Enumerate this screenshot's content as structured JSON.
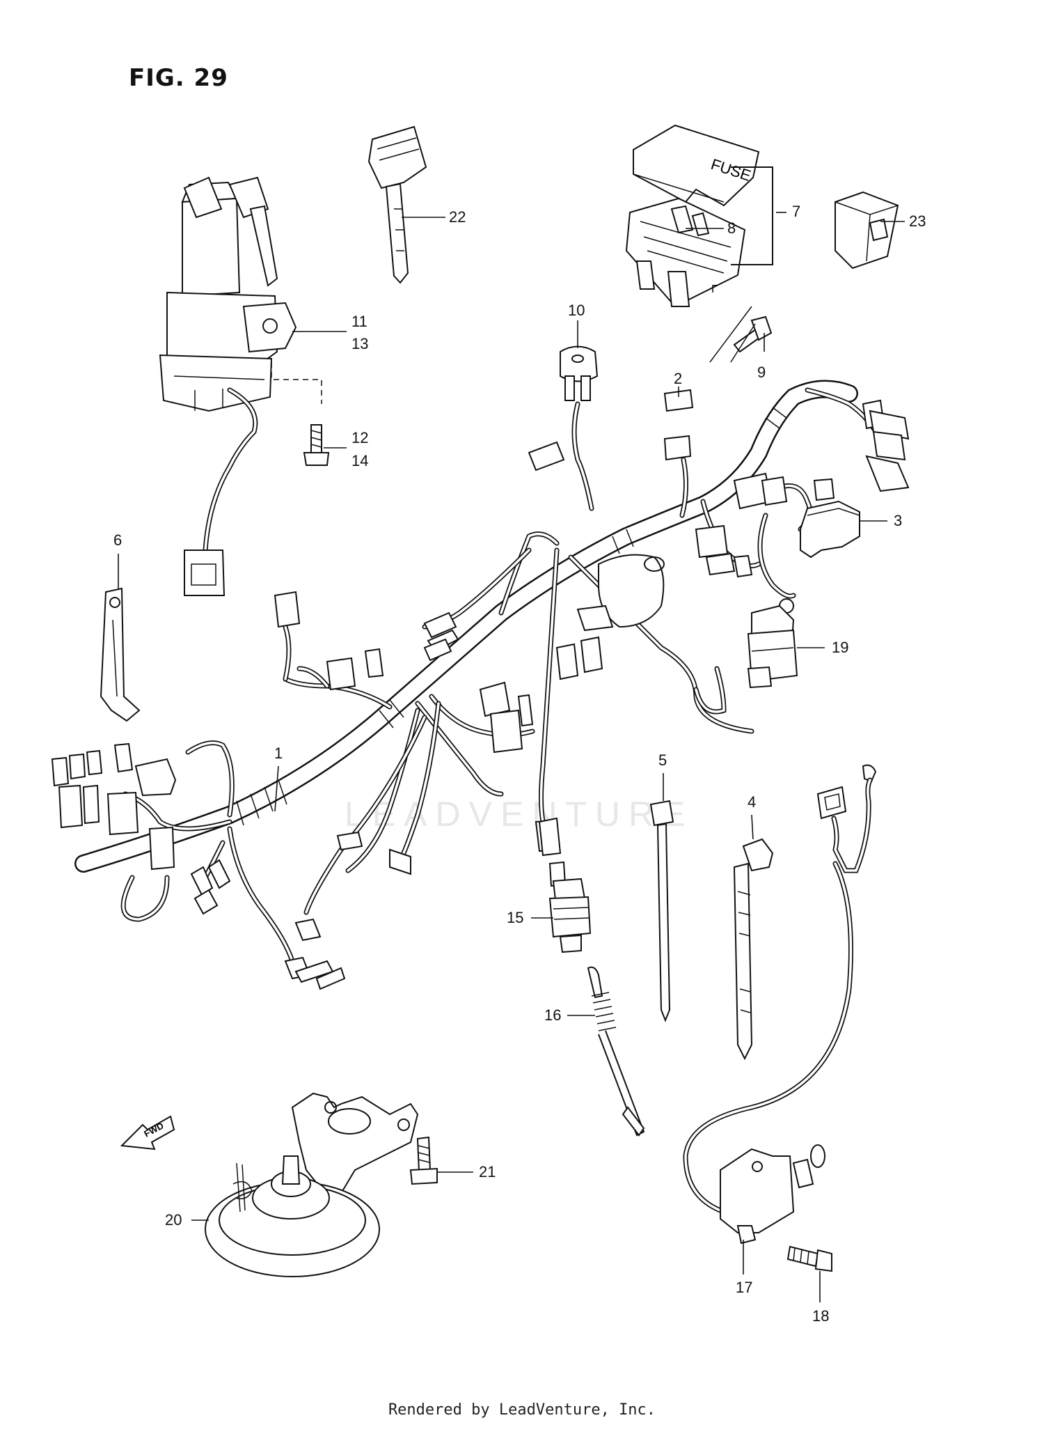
{
  "figure": {
    "title": "FIG. 29"
  },
  "watermark": {
    "text": "LEADVENTURE"
  },
  "footer": {
    "text": "Rendered by LeadVenture, Inc."
  },
  "fwd_label": "FWD",
  "fuse_label": "FUSE",
  "callouts": {
    "c1": "1",
    "c2": "2",
    "c3": "3",
    "c4": "4",
    "c5": "5",
    "c6": "6",
    "c7": "7",
    "c8": "8",
    "c9": "9",
    "c10": "10",
    "c11": "11",
    "c12": "12",
    "c13": "13",
    "c14": "14",
    "c15": "15",
    "c16": "16",
    "c17": "17",
    "c18": "18",
    "c19": "19",
    "c20": "20",
    "c21": "21",
    "c22": "22",
    "c23": "23"
  }
}
